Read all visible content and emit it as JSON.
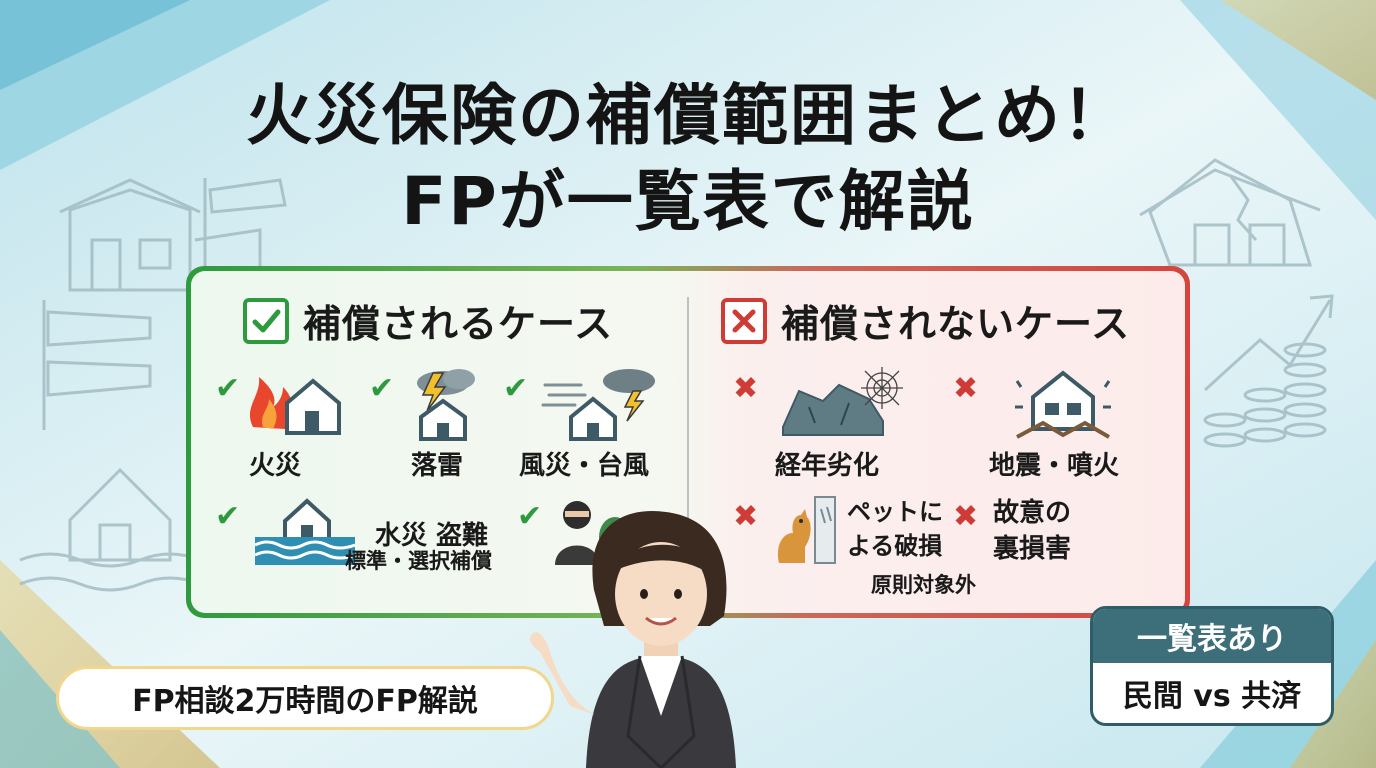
{
  "title": {
    "line1": "火災保険の補償範囲まとめ！",
    "line2": "FPが一覧表で解説"
  },
  "covered": {
    "heading": "補償されるケース",
    "items": [
      "火災",
      "落雷",
      "風災・台風",
      "水災 盗難"
    ],
    "footer": "標準・選択補償"
  },
  "not_covered": {
    "heading": "補償されないケース",
    "items": [
      "経年劣化",
      "地震・噴火",
      "ペットに\nよる破損",
      "故意の\n裏損害"
    ],
    "footer": "原則対象外"
  },
  "pill": {
    "label": "FP相談2万時間のFP解説"
  },
  "badge": {
    "top": "一覧表あり",
    "bottom": "民間 vs 共済"
  },
  "colors": {
    "covered_accent": "#2e9a3e",
    "not_covered_accent": "#cf3b35",
    "badge_header": "#3d6f7a"
  }
}
